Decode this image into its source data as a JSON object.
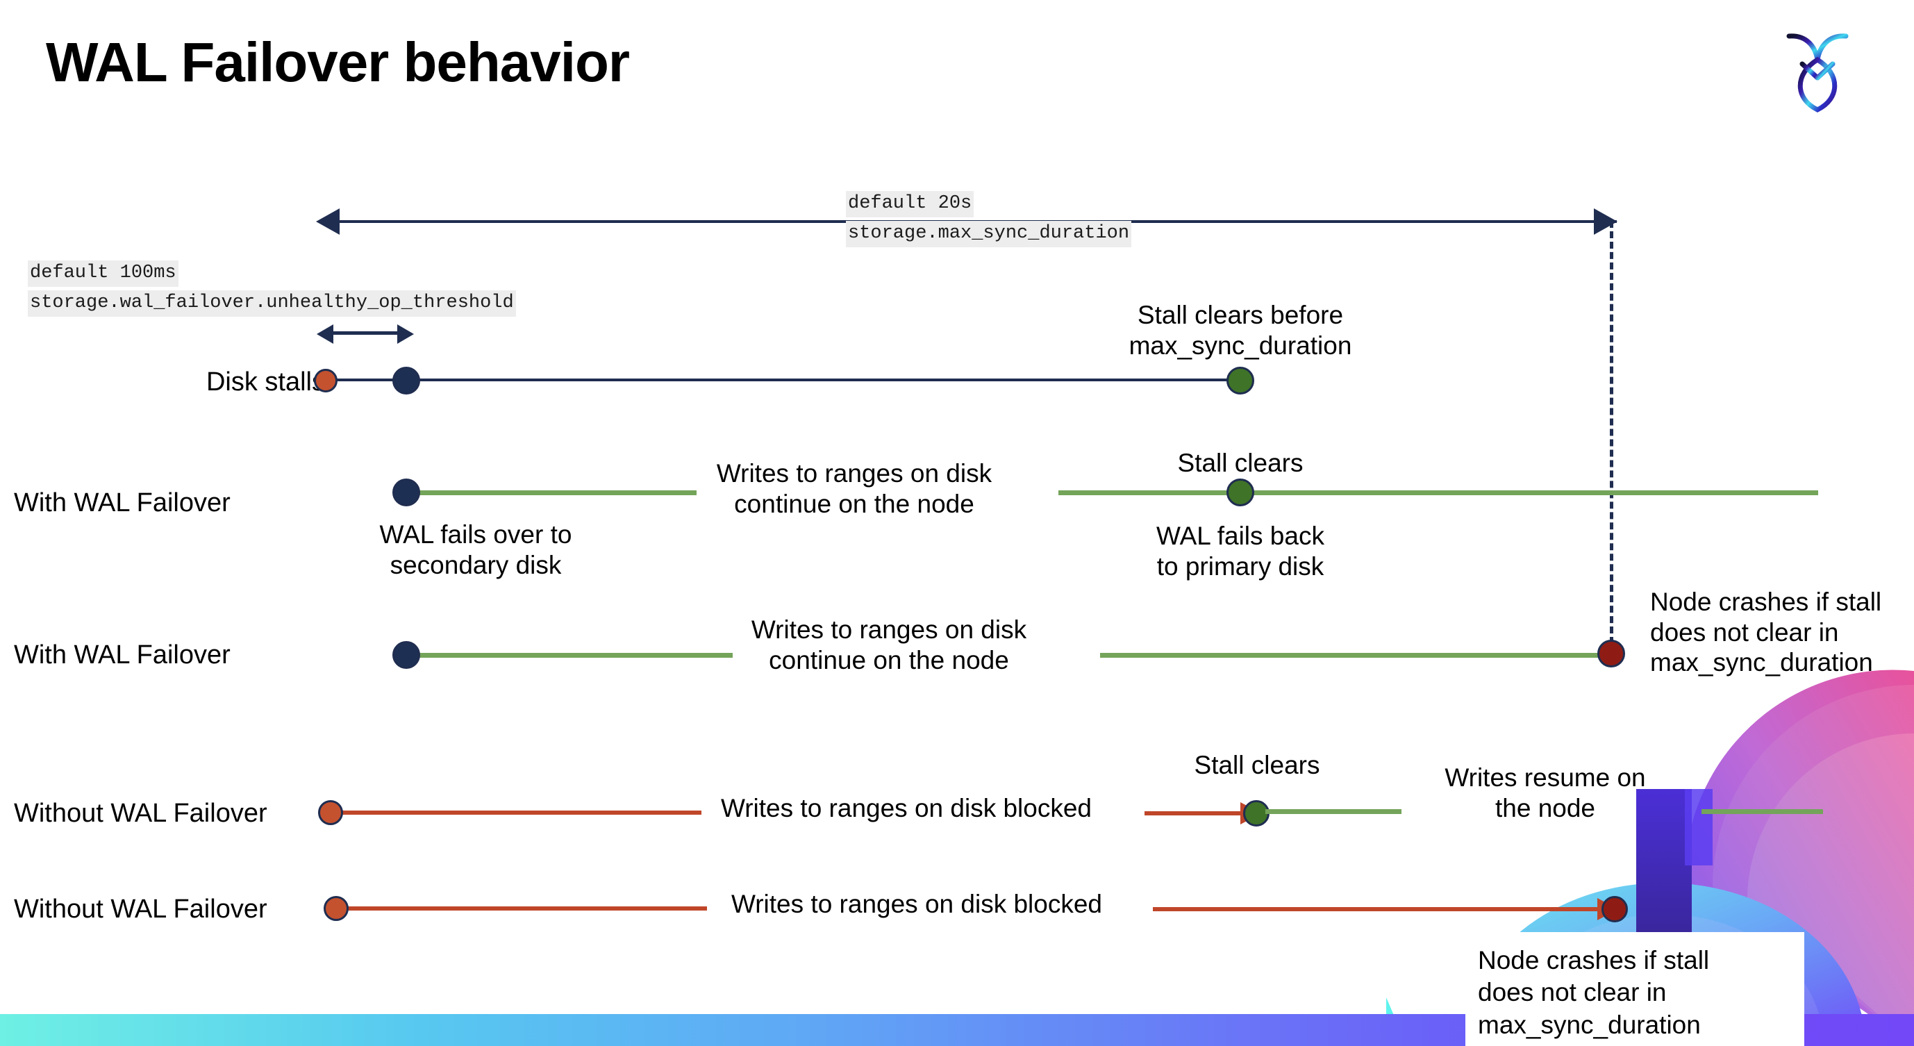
{
  "slide": {
    "title": "WAL Failover behavior",
    "logo_name": "cockroachdb-logo"
  },
  "annotations": {
    "max_sync": {
      "line1": "default 20s",
      "line2": "storage.max_sync_duration"
    },
    "unhealthy_op": {
      "line1": "default 100ms",
      "line2": "storage.wal_failover.unhealthy_op_threshold"
    }
  },
  "rows": [
    {
      "label": "Disk stalls",
      "note_right": "Stall clears before\nmax_sync_duration"
    },
    {
      "label": "With WAL Failover",
      "note_below_start": "WAL fails over to\nsecondary disk",
      "note_mid": "Writes to ranges on disk\ncontinue on the node",
      "note_event": "Stall clears",
      "note_below_event": "WAL fails  back\nto primary disk"
    },
    {
      "label": "With WAL Failover",
      "note_mid": "Writes to ranges on disk\ncontinue on the node",
      "note_right": "Node crashes if stall\ndoes not clear in\nmax_sync_duration"
    },
    {
      "label": "Without WAL Failover",
      "note_mid": "Writes to ranges on disk  blocked",
      "note_event": "Stall clears",
      "note_right": "Writes resume on\nthe node"
    },
    {
      "label": "Without WAL Failover",
      "note_mid": "Writes to ranges on disk  blocked",
      "note_callout": "Node crashes if stall\ndoes not clear in\nmax_sync_duration"
    }
  ],
  "colors": {
    "navy": "#1f2d50",
    "green_line": "#74a45a",
    "red_line": "#c0462a",
    "dot_orange": "#c4522f",
    "dot_green": "#3f7328",
    "dot_darkred": "#8f1c14",
    "dot_navy": "#1d3054",
    "code_bg": "#ededed",
    "band_start": "#6ef0e4",
    "band_end": "#7248f7"
  }
}
